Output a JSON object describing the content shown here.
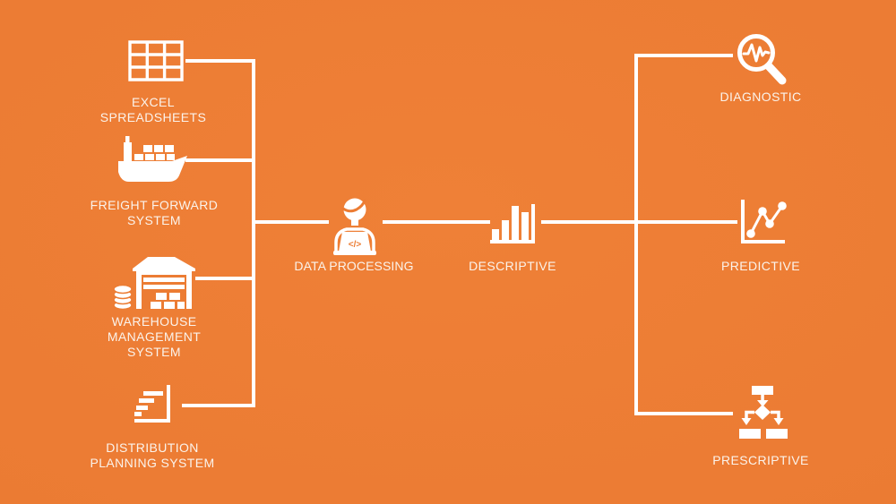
{
  "theme": {
    "background": "#EC7C33",
    "line_color": "#FFFFFF",
    "text_color": "#FBF3EB",
    "icon_color": "#FFFFFF"
  },
  "diagram": {
    "flow": "sources -> data processing -> descriptive -> (diagnostic, predictive, prescriptive)",
    "nodes": {
      "excel": {
        "label": "EXCEL\nSPREADSHEETS",
        "icon": "spreadsheet-grid-icon"
      },
      "freight": {
        "label": "FREIGHT FORWARD\nSYSTEM",
        "icon": "cargo-ship-icon"
      },
      "warehouse": {
        "label": "WAREHOUSE\nMANAGEMENT\nSYSTEM",
        "icon": "warehouse-building-icon"
      },
      "distribution": {
        "label": "DISTRIBUTION\nPLANNING SYSTEM",
        "icon": "planning-bars-icon"
      },
      "processing": {
        "label": "DATA PROCESSING",
        "icon": "person-laptop-code-icon"
      },
      "descriptive": {
        "label": "DESCRIPTIVE",
        "icon": "bar-chart-icon"
      },
      "diagnostic": {
        "label": "DIAGNOSTIC",
        "icon": "magnifier-pulse-icon"
      },
      "predictive": {
        "label": "PREDICTIVE",
        "icon": "trend-line-chart-icon"
      },
      "prescriptive": {
        "label": "PRESCRIPTIVE",
        "icon": "decision-flowchart-icon"
      }
    }
  }
}
